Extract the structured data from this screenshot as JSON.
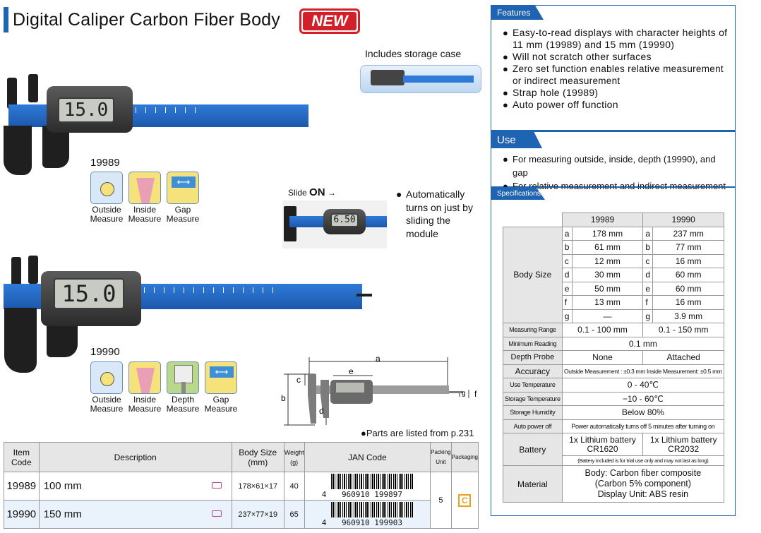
{
  "title": "Digital Caliper Carbon Fiber Body",
  "badge": "NEW",
  "storage_case_caption": "Includes storage case",
  "models": {
    "small": {
      "code": "19989",
      "display": "15.0"
    },
    "large": {
      "code": "19990",
      "display": "15.0"
    }
  },
  "measure_types_small": [
    {
      "icon": "outside-measure-icon",
      "label": "Outside\nMeasure"
    },
    {
      "icon": "inside-measure-icon",
      "label": "Inside\nMeasure"
    },
    {
      "icon": "gap-measure-icon",
      "label": "Gap\nMeasure"
    }
  ],
  "measure_types_large": [
    {
      "icon": "outside-measure-icon",
      "label": "Outside\nMeasure"
    },
    {
      "icon": "inside-measure-icon",
      "label": "Inside\nMeasure"
    },
    {
      "icon": "depth-measure-icon",
      "label": "Depth\nMeasure"
    },
    {
      "icon": "gap-measure-icon",
      "label": "Gap\nMeasure"
    }
  ],
  "slide_on": {
    "slide": "Slide",
    "on": "ON",
    "display": "6.50"
  },
  "auto_on_text": "Automatically turns on just by sliding the module",
  "dimension_labels": {
    "a": "a",
    "b": "b",
    "c": "c",
    "d": "d",
    "e": "e",
    "f": "f",
    "g": "g"
  },
  "parts_note": "●Parts are listed from p.231",
  "features": {
    "heading": "Features",
    "items": [
      "Easy-to-read displays with character heights of 11 mm (19989) and 15 mm (19990)",
      "Will not scratch other surfaces",
      "Zero set function enables relative measurement or indirect measurement",
      "Strap hole (19989)",
      "Auto power off function"
    ]
  },
  "use": {
    "heading": "Use",
    "items": [
      "For measuring outside, inside, depth (19990), and gap",
      "For relative measurement and indirect measurement"
    ]
  },
  "specs": {
    "heading": "Specifications",
    "models": [
      "19989",
      "19990"
    ],
    "body_size_label": "Body Size",
    "body_size_rows": [
      {
        "k1": "a",
        "v1": "178 mm",
        "k2": "a",
        "v2": "237 mm"
      },
      {
        "k1": "b",
        "v1": "61 mm",
        "k2": "b",
        "v2": "77 mm"
      },
      {
        "k1": "c",
        "v1": "12 mm",
        "k2": "c",
        "v2": "16 mm"
      },
      {
        "k1": "d",
        "v1": "30 mm",
        "k2": "d",
        "v2": "60 mm"
      },
      {
        "k1": "e",
        "v1": "50 mm",
        "k2": "e",
        "v2": "60 mm"
      },
      {
        "k1": "f",
        "v1": "13 mm",
        "k2": "f",
        "v2": "16 mm"
      },
      {
        "k1": "g",
        "v1": "—",
        "k2": "g",
        "v2": "3.9 mm"
      }
    ],
    "measuring_range": {
      "label": "Measuring Range",
      "v1": "0.1 - 100 mm",
      "v2": "0.1 - 150 mm"
    },
    "min_reading": {
      "label": "Minimum Reading",
      "value": "0.1 mm"
    },
    "depth_probe": {
      "label": "Depth Probe",
      "v1": "None",
      "v2": "Attached"
    },
    "accuracy": {
      "label": "Accuracy",
      "value": "Outside Measurement : ±0.3 mm Inside Measurement: ±0.5 mm"
    },
    "use_temp": {
      "label": "Use Temperature",
      "value": "0 - 40℃"
    },
    "storage_temp": {
      "label": "Storage Temperature",
      "value": "−10 - 60℃"
    },
    "storage_humidity": {
      "label": "Storage Humidity",
      "value": "Below 80%"
    },
    "auto_power_off": {
      "label": "Auto power off",
      "value": "Power automatically turns off 5 minutes after turning on"
    },
    "battery": {
      "label": "Battery",
      "v1": "1x Lithium battery CR1620",
      "v2": "1x Lithium battery CR2032",
      "note": "(Battery included is for trial use only and may not last as long)"
    },
    "material": {
      "label": "Material",
      "lines": [
        "Body: Carbon fiber composite",
        "(Carbon 5% component)",
        "Display Unit: ABS resin"
      ]
    }
  },
  "items_table": {
    "headers": {
      "code": "Item Code",
      "desc": "Description",
      "size": "Body Size (mm)",
      "weight": "Weight (g)",
      "jan": "JAN Code",
      "packing": "Packing Unit",
      "packaging": "Packaging"
    },
    "rows": [
      {
        "code": "19989",
        "desc": "100 mm",
        "size": "178×61×17",
        "weight": "40",
        "jan_prefix": "4",
        "jan": "960910 199897"
      },
      {
        "code": "19990",
        "desc": "150 mm",
        "size": "237×77×19",
        "weight": "65",
        "jan_prefix": "4",
        "jan": "960910 199903"
      }
    ],
    "packing_unit": "5",
    "packaging": "C"
  }
}
